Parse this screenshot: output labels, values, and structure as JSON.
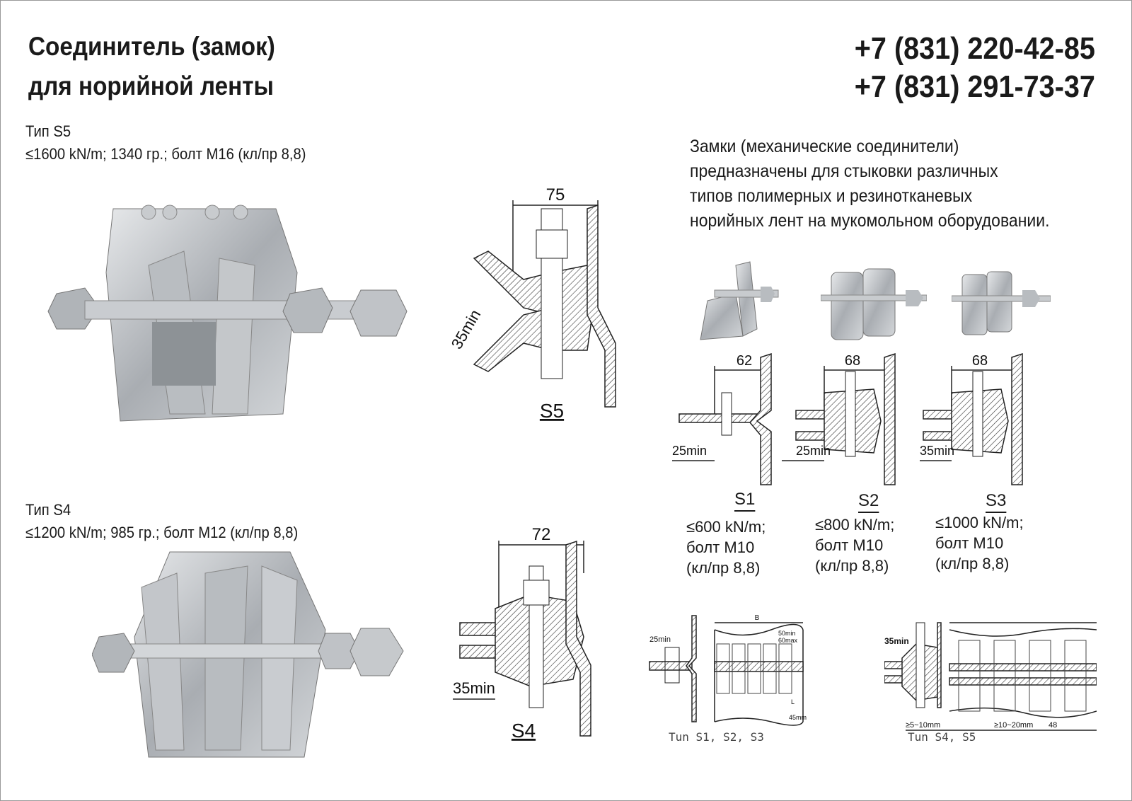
{
  "header": {
    "title_line1": "Соединитель (замок)",
    "title_line2": "для норийной ленты",
    "phone1": "+7 (831) 220-42-85",
    "phone2": "+7 (831) 291-73-37"
  },
  "description": {
    "lines": [
      "Замки (механические соединители)",
      "предназначены для стыковки различных",
      "типов полимерных и резинотканевых",
      "норийных лент на мукомольном оборудовании."
    ]
  },
  "s5": {
    "type": "Тип S5",
    "spec": "≤1600 kN/m; 1340 гр.; болт М16 (кл/пр 8,8)",
    "dim_width": "75",
    "dim_min": "35min",
    "label": "S5"
  },
  "s4": {
    "type": "Тип S4",
    "spec": "≤1200 kN/m; 985 гр.; болт М12 (кл/пр 8,8)",
    "dim_width": "72",
    "dim_min": "35min",
    "label": "S4"
  },
  "small_types": [
    {
      "label": "S1",
      "dim_width": "62",
      "dim_min": "25min",
      "spec1": "≤600 kN/m;",
      "spec2": "болт М10",
      "spec3": "(кл/пр 8,8)"
    },
    {
      "label": "S2",
      "dim_width": "68",
      "dim_min": "25min",
      "spec1": "≤800 kN/m;",
      "spec2": "болт М10",
      "spec3": "(кл/пр 8,8)"
    },
    {
      "label": "S3",
      "dim_width": "68",
      "dim_min": "35min",
      "spec1": "≤1000 kN/m;",
      "spec2": "болт М10",
      "spec3": "(кл/пр 8,8)"
    }
  ],
  "install_s123": {
    "dim_min": "25min",
    "width_label": "B",
    "spacing_min": "50min",
    "spacing_max": "60max",
    "edge": "45mm",
    "edge_label": "L",
    "caption": "Tun S1, S2, S3"
  },
  "install_s45": {
    "dim_min": "35min",
    "edge": "≥5~10mm",
    "gap": "≥10~20mm",
    "pitch": "48",
    "caption": "Tun S4, S5"
  }
}
